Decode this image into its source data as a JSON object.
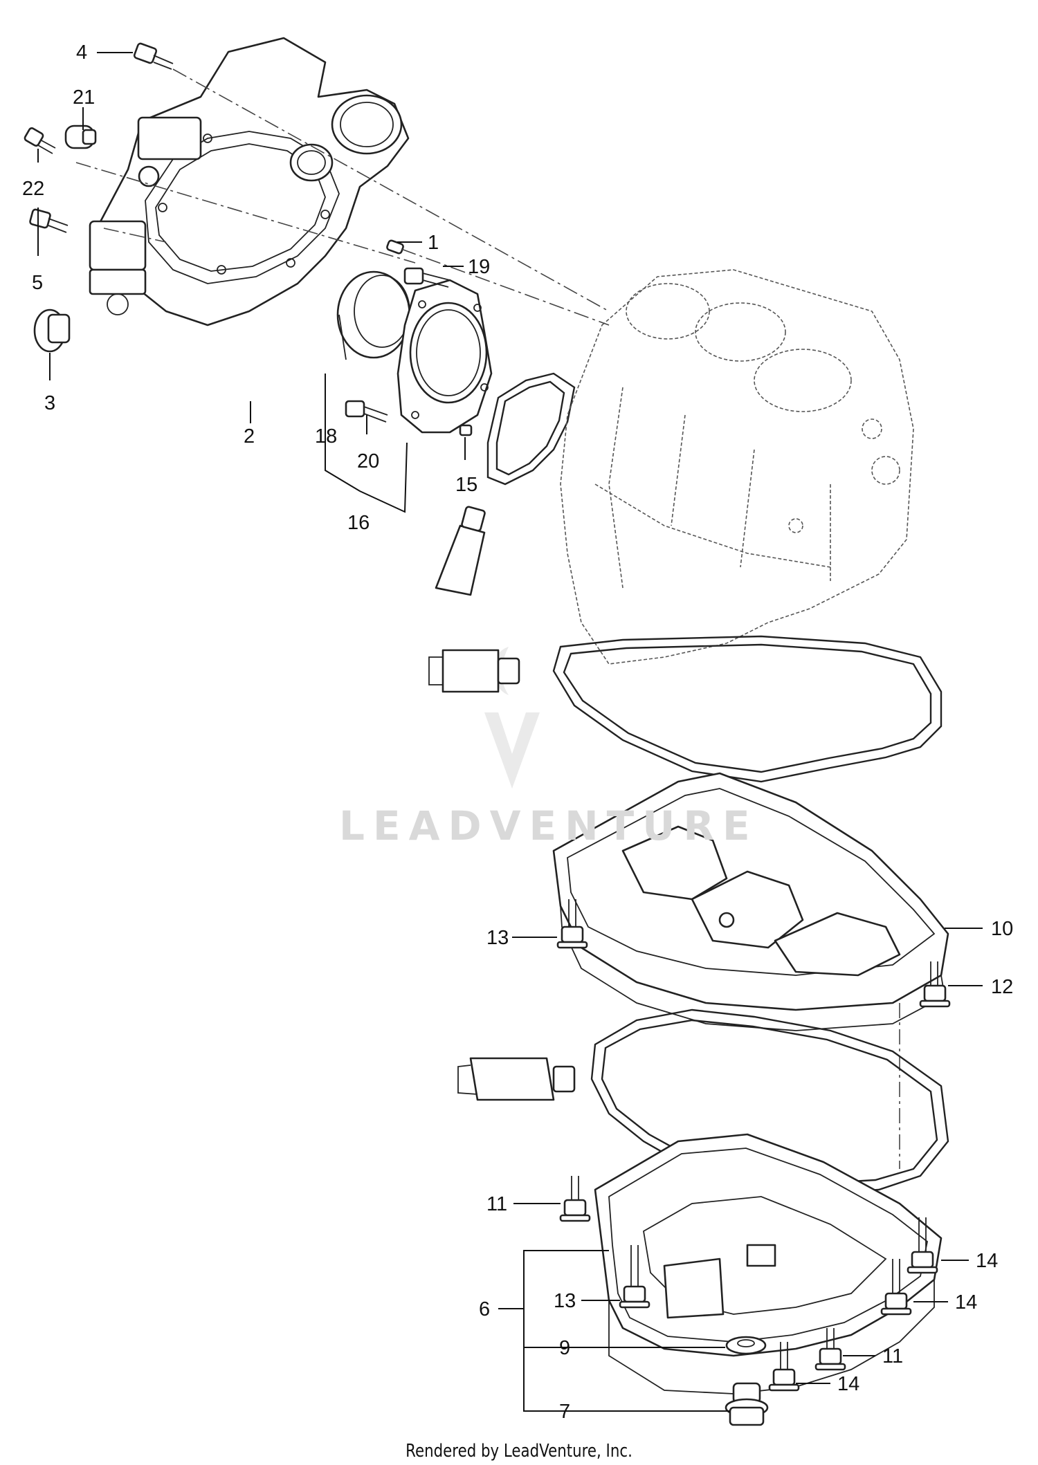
{
  "callouts": {
    "c1": "1",
    "c2": "2",
    "c3": "3",
    "c4": "4",
    "c5": "5",
    "c6": "6",
    "c7": "7",
    "c9": "9",
    "c10": "10",
    "c11a": "11",
    "c11b": "11",
    "c12": "12",
    "c13a": "13",
    "c13b": "13",
    "c14a": "14",
    "c14b": "14",
    "c14c": "14",
    "c15": "15",
    "c16": "16",
    "c18": "18",
    "c19": "19",
    "c20": "20",
    "c21": "21",
    "c22": "22"
  },
  "watermark": "LEADVENTURE",
  "credit": "Rendered by LeadVenture, Inc."
}
